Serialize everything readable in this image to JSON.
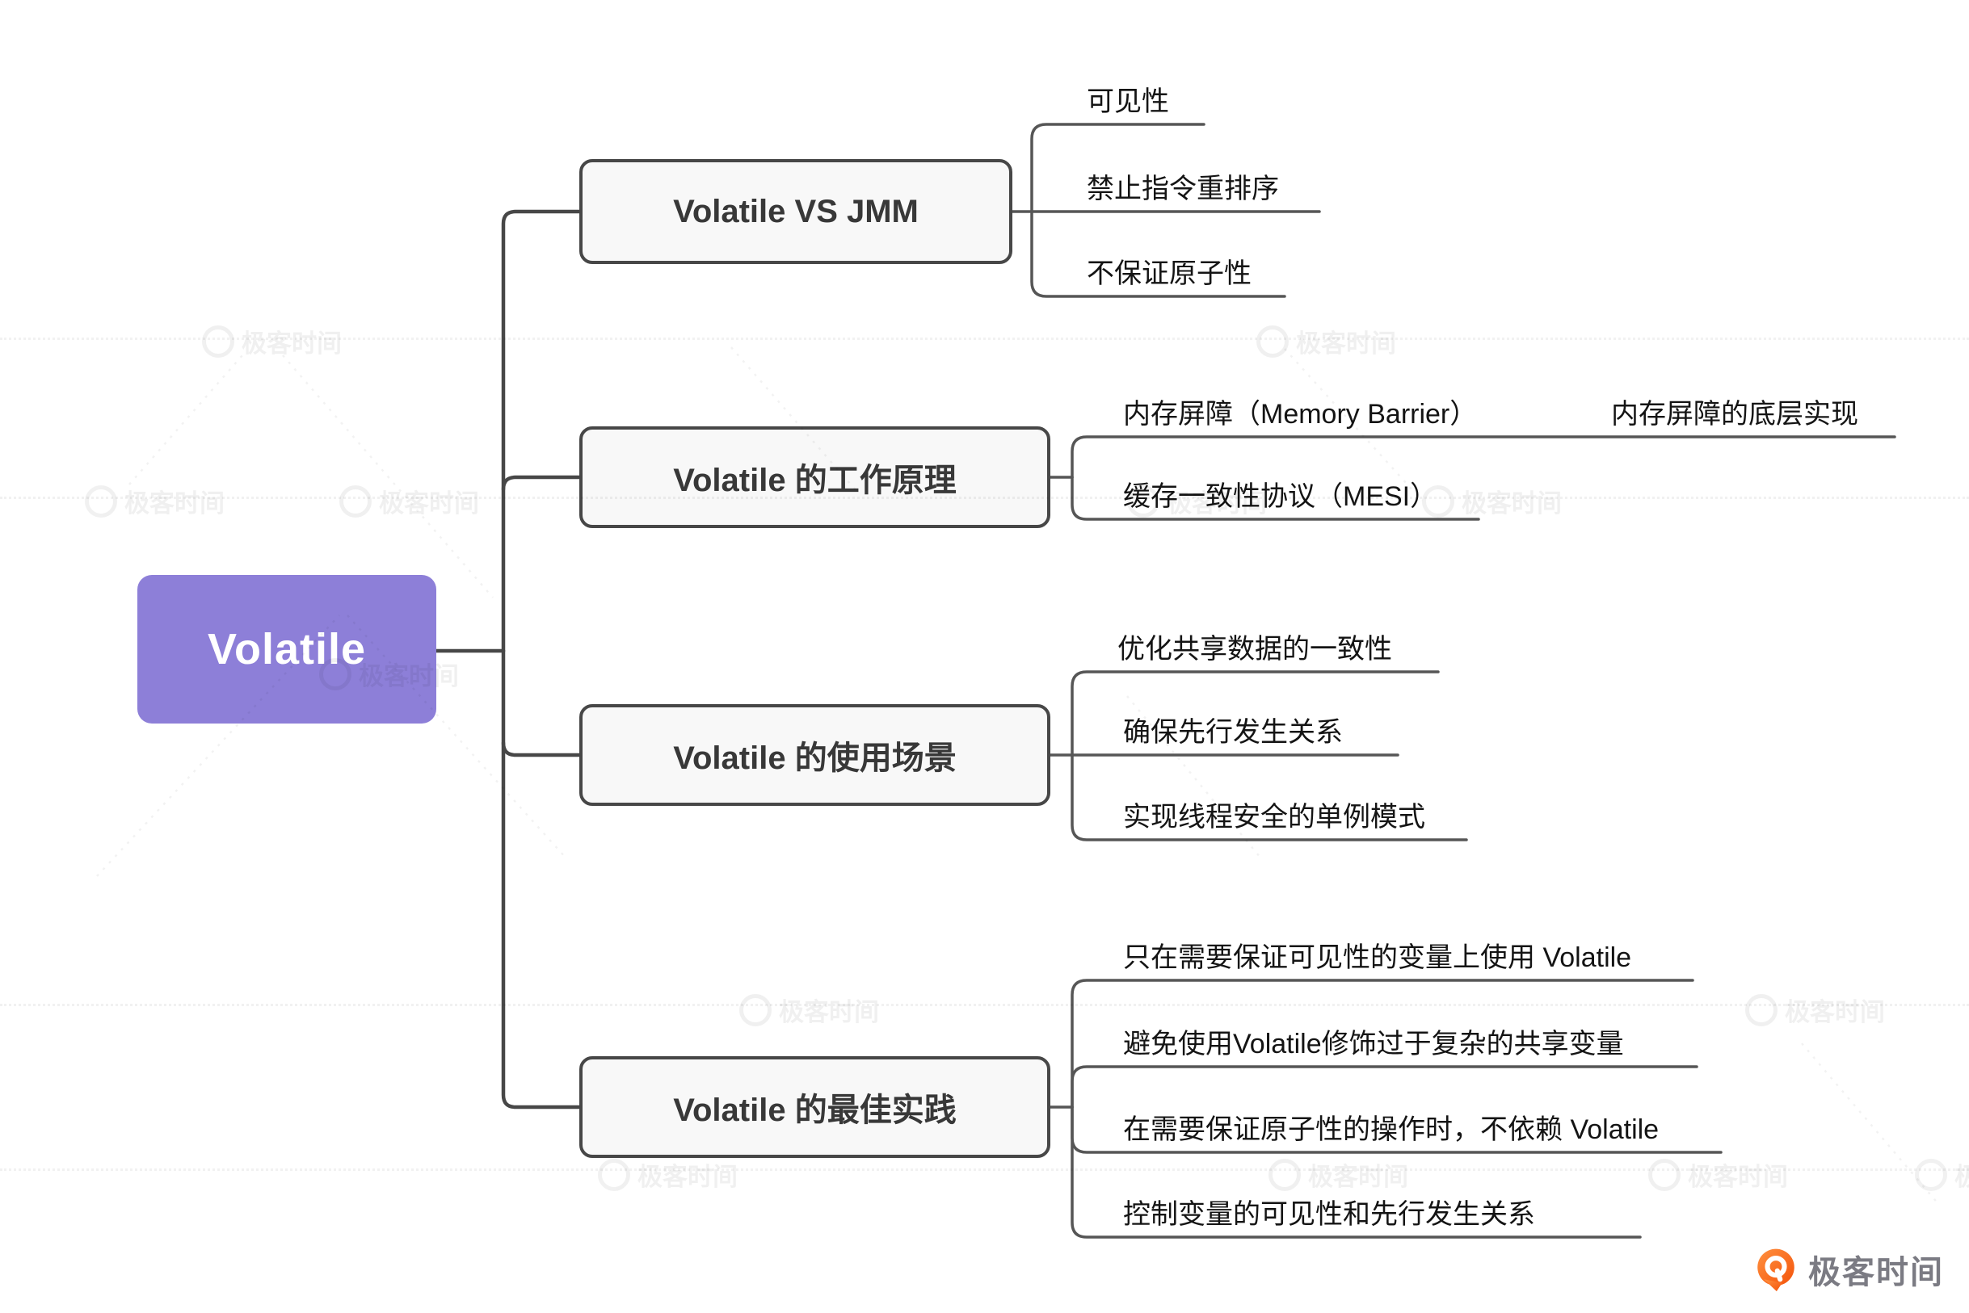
{
  "root": {
    "label": "Volatile"
  },
  "branches": [
    {
      "label": "Volatile VS JMM",
      "children": [
        {
          "label": "可见性"
        },
        {
          "label": "禁止指令重排序"
        },
        {
          "label": "不保证原子性"
        }
      ]
    },
    {
      "label": "Volatile 的工作原理",
      "children": [
        {
          "label": "内存屏障（Memory Barrier）",
          "children": [
            {
              "label": "内存屏障的底层实现"
            }
          ]
        },
        {
          "label": "缓存一致性协议（MESI）"
        }
      ]
    },
    {
      "label": "Volatile 的使用场景",
      "children": [
        {
          "label": "优化共享数据的一致性"
        },
        {
          "label": "确保先行发生关系"
        },
        {
          "label": "实现线程安全的单例模式"
        }
      ]
    },
    {
      "label": "Volatile 的最佳实践",
      "children": [
        {
          "label": "只在需要保证可见性的变量上使用 Volatile"
        },
        {
          "label": "避免使用Volatile修饰过于复杂的共享变量"
        },
        {
          "label": "在需要保证原子性的操作时，不依赖 Volatile"
        },
        {
          "label": "控制变量的可见性和先行发生关系"
        }
      ]
    }
  ],
  "watermark": {
    "label": "极客时间"
  },
  "brand": {
    "label": "极客时间"
  },
  "colors": {
    "root_fill": "#8D7FD8",
    "node_fill": "#f8f8f8",
    "node_border": "#474747",
    "connector": "#4a4a4a",
    "brand_orange": "#F4530A",
    "brand_text": "#7b7b83"
  }
}
